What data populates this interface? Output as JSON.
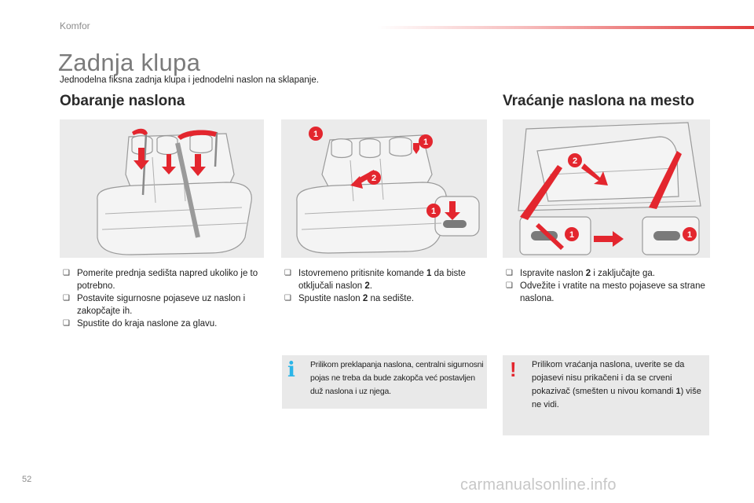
{
  "header": {
    "section": "Komfor",
    "page_title": "Zadnja klupa",
    "intro": "Jednodelna fiksna zadnja klupa i jednodelni naslon na sklapanje."
  },
  "left": {
    "heading": "Obaranje naslona",
    "items": [
      "Pomerite prednja sedišta napred ukoliko je to potrebno.",
      "Postavite sigurnosne pojaseve uz naslon i zakopčajte ih.",
      "Spustite do kraja naslone za glavu."
    ]
  },
  "middle": {
    "items": [
      [
        "Istovremeno pritisnite komande ",
        "1",
        " da biste otključali naslon ",
        "2",
        "."
      ],
      [
        "Spustite naslon ",
        "2",
        " na sedište."
      ]
    ],
    "note": "Prilikom preklapanja naslona, centralni sigurnosni pojas ne treba da bude zakopča već postavljen duž naslona i uz njega."
  },
  "right": {
    "heading": "Vraćanje naslona na mesto",
    "items": [
      [
        "Ispravite naslon ",
        "2",
        " i zaključajte ga."
      ],
      [
        "Odvežite i vratite na mesto pojaseve sa strane naslona."
      ]
    ],
    "note": [
      "Prilikom vraćanja naslona, uverite se da pojasevi nisu prikačeni i da se crveni pokazivač (smešten u nivou komandi ",
      "1",
      ") više ne vidi."
    ]
  },
  "icons": {
    "bullet": "checkbox-bullet-icon",
    "info": "info-icon",
    "warning": "warning-icon",
    "info_glyph": "i",
    "warning_glyph": "!"
  },
  "callouts": {
    "control": "1",
    "backrest": "2"
  },
  "colors": {
    "accent": "#e3262e",
    "info": "#2bb5e8",
    "panel": "#ebebeb"
  },
  "footer": {
    "page_number": "52",
    "watermark": "carmanualsonline.info"
  }
}
